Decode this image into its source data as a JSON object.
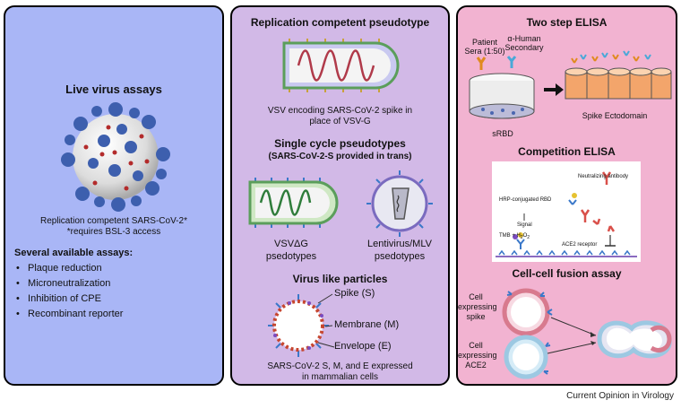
{
  "live": {
    "title": "Live virus assays",
    "caption1": "Replication competent SARS-CoV-2*",
    "caption2": "*requires BSL-3 access",
    "assays_header": "Several available assays:",
    "assays": [
      "Plaque reduction",
      "Microneutralization",
      "Inhibition of CPE",
      "Recombinant reporter"
    ]
  },
  "pseudo": {
    "title1": "Replication competent pseudotype",
    "caption1a": "VSV encoding SARS-CoV-2 spike in",
    "caption1b": "place of VSV-G",
    "title2": "Single cycle pseudotypes",
    "subtitle2": "(SARS-CoV-2-S provided in trans)",
    "vsv_label1": "VSVΔG",
    "vsv_label2": "psedotypes",
    "lenti_label1": "Lentivirus/MLV",
    "lenti_label2": "psedotypes",
    "title3": "Virus like particles",
    "spike": "Spike (S)",
    "membrane": "Membrane (M)",
    "envelope": "Envelope (E)",
    "caption3a": "SARS-CoV-2 S, M, and E expressed",
    "caption3b": "in mammalian cells"
  },
  "elisa": {
    "title1": "Two step ELISA",
    "patient1": "Patient",
    "patient2": "Sera (1:50)",
    "secondary1": "α-Human",
    "secondary2": "Secondary",
    "srbd": "sRBD",
    "ectodomain": "Spike Ectodomain",
    "title2": "Competition ELISA",
    "neut": "Neutralizing antibody",
    "hrp": "HRP-conjugated RBD",
    "signal": "Signal",
    "tmb": "TMB + H",
    "sub2": "2",
    "o": "O",
    "ace2r": "ACE2 receptor",
    "title3": "Cell-cell fusion assay",
    "cell1a": "Cell",
    "cell1b": "expressing",
    "cell1c": "spike",
    "cell2a": "Cell",
    "cell2b": "expressing",
    "cell2c": "ACE2"
  },
  "credit": "Current Opinion in Virology"
}
